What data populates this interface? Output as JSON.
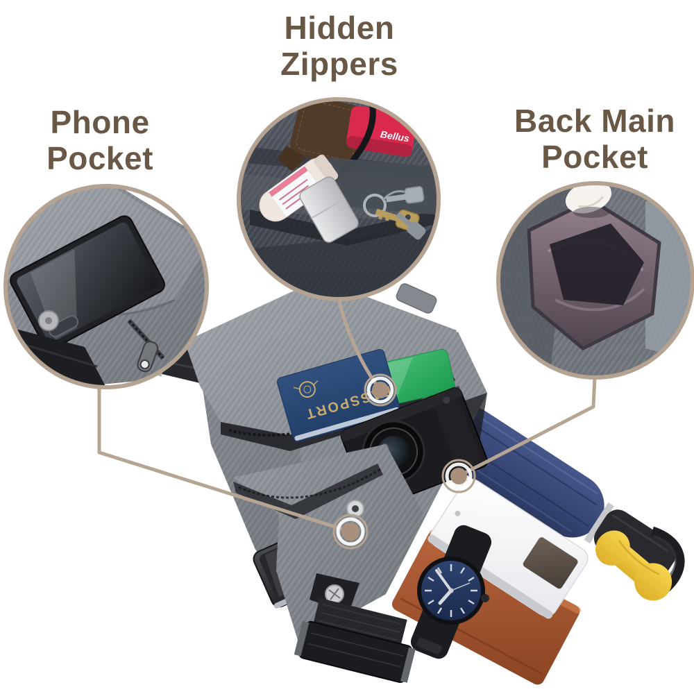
{
  "image": {
    "kind": "annotated product photo",
    "subject": "gray anti-theft crossbody sling bag with contents spread out",
    "background_color": "#ffffff"
  },
  "style": {
    "label_text_color": "#6a5847",
    "callout_line_color": "#b7a593",
    "callout_ring_color": "#b4a392",
    "target_marker_color": "#a8907d"
  },
  "callouts": [
    {
      "id": "phone-pocket",
      "line1": "Phone",
      "line2": "Pocket"
    },
    {
      "id": "hidden-zippers",
      "line1": "Hidden",
      "line2": "Zippers"
    },
    {
      "id": "back-main-pocket",
      "line1": "Back Main",
      "line2": "Pocket"
    }
  ],
  "scene": {
    "passport_text": "PASSPORT",
    "red_item_text": "Bellus",
    "items": [
      "gray sling bag",
      "black shoulder strap with buckle",
      "blue passport",
      "green card",
      "black compact camera",
      "navy folded umbrella with black handle",
      "yellow umbrella grip",
      "white power bank",
      "brown leather wallet",
      "wristwatch with navy dial",
      "black smartphone",
      "magnetic snap buttons",
      "keys",
      "lip balm tube",
      "usb flash drive",
      "red card holder",
      "black cable",
      "leather key pouch",
      "hand holding pocket open"
    ],
    "item_colors": {
      "bag_gray": "#8f939a",
      "umbrella_navy": "#3c4c7e",
      "card_green": "#2fae5e",
      "passport_navy": "#2b4a78",
      "wallet_brown": "#a5552e",
      "powerbank_white": "#f4f5f7",
      "grip_yellow": "#edc53e"
    }
  }
}
